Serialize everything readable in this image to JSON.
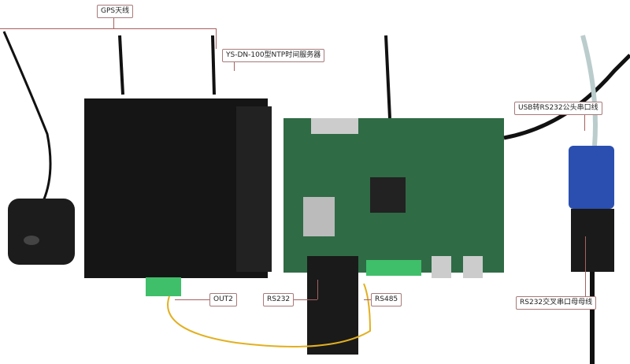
{
  "labels": {
    "gps_antenna": "GPS天线",
    "ntp_server": "YS-DN-100型NTP时间服务器",
    "usb_cable": "USB转RS232公头串口线",
    "out2": "OUT2",
    "rs232": "RS232",
    "rs485": "RS485",
    "crossover_cable": "RS232交叉串口母母线"
  },
  "colors": {
    "board": "#2f6b45",
    "server": "#151515",
    "connector_blue": "#2b4fb0",
    "leader": "#a86060"
  }
}
